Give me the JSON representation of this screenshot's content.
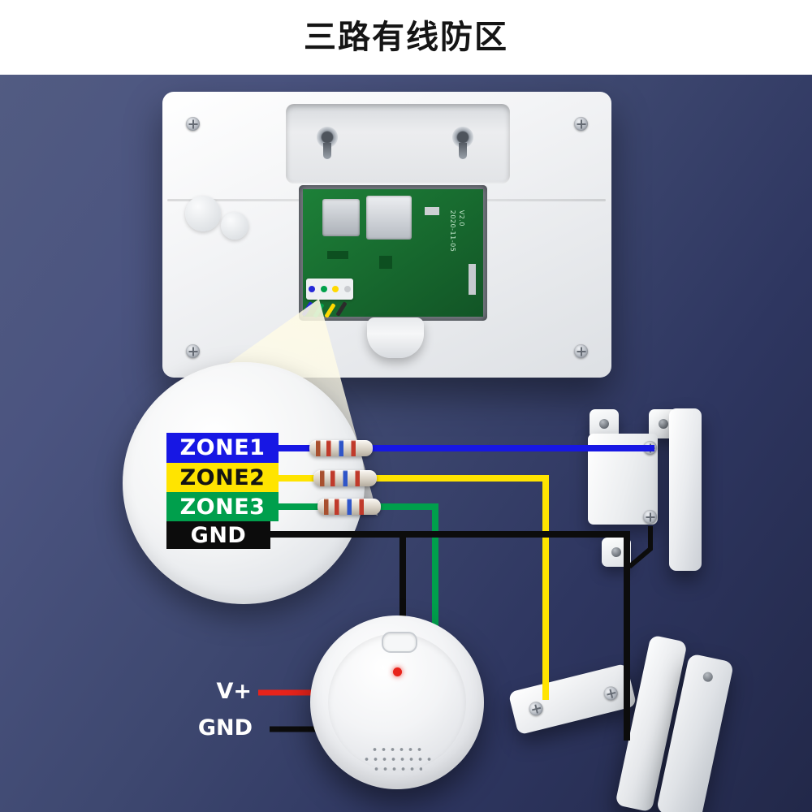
{
  "title": "三路有线防区",
  "zones": [
    {
      "label": "ZONE1",
      "color": "#1717e4",
      "text_color": "#ffffff",
      "wire_color": "#1717e4"
    },
    {
      "label": "ZONE2",
      "color": "#ffe400",
      "text_color": "#141414",
      "wire_color": "#ffe400"
    },
    {
      "label": "ZONE3",
      "color": "#009f4c",
      "text_color": "#ffffff",
      "wire_color": "#009f4c"
    },
    {
      "label": "GND",
      "color": "#0c0c0c",
      "text_color": "#ffffff",
      "wire_color": "#0c0c0c"
    }
  ],
  "smoke_detector": {
    "vplus_label": "V+",
    "gnd_label": "GND",
    "vplus_wire_color": "#e8231b",
    "gnd_wire_color": "#0c0c0c",
    "led_color": "#e8231b"
  },
  "pcb": {
    "version": "V2.0",
    "date": "2020-11-05"
  }
}
